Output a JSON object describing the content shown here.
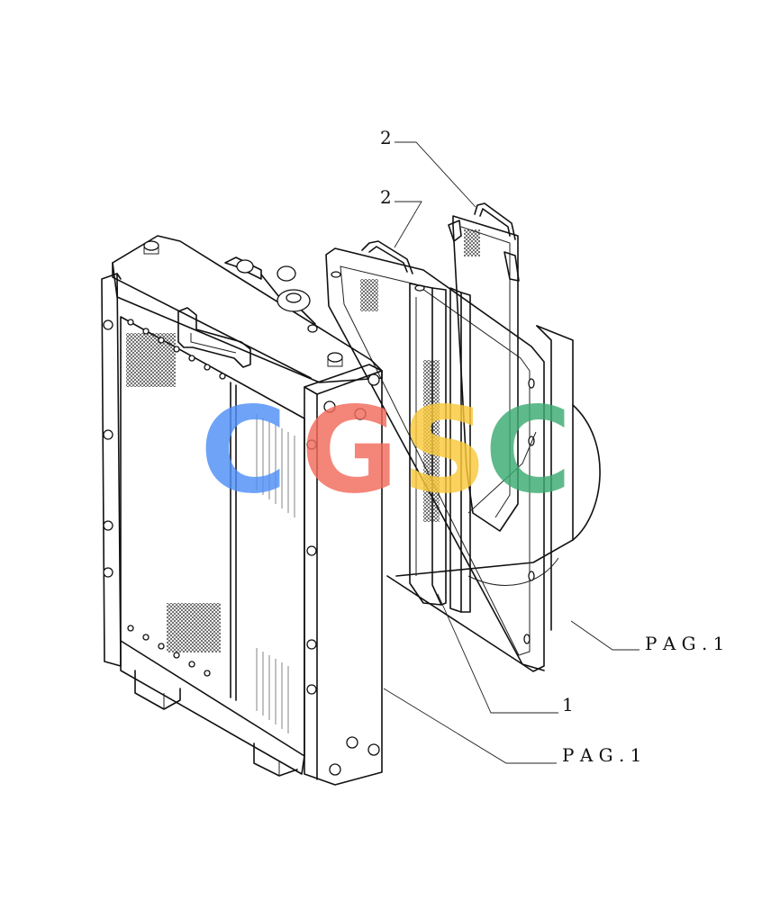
{
  "callouts": {
    "part_2_upper": "2",
    "part_2_lower": "2",
    "part_1": "1",
    "ref_right": "P A G . 1",
    "ref_bottom": "P A G . 1"
  },
  "watermark": {
    "letters": [
      "C",
      "G",
      "S",
      "C"
    ],
    "colors": [
      "#4f8ff7",
      "#f26b5c",
      "#f9c93a",
      "#3cab72"
    ]
  }
}
